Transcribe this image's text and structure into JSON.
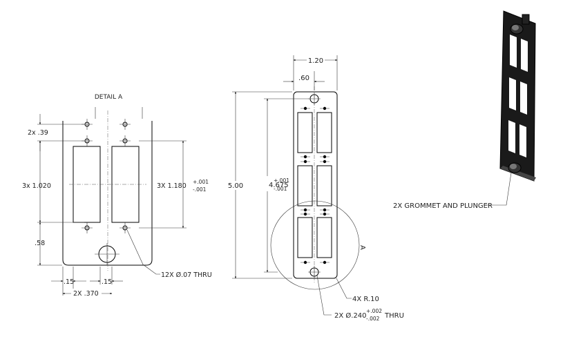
{
  "detail_title": "DETAIL A",
  "detail": {
    "holes_pitch": "2x .39",
    "cutout_pitch": "3x 1.020",
    "cutout_height": "3X 1.180",
    "cutout_tol_plus": "+.001",
    "cutout_tol_minus": "-.001",
    "bottom_offset": ".58",
    "left_edge": ".15",
    "mid_gap": ".15",
    "hole_spacing": "2X .370",
    "hole_callout": "12X Ø.07 THRU"
  },
  "front": {
    "overall_width": "1.20",
    "half_width": ".60",
    "overall_height": "5.00",
    "hole_pitch": "4.675",
    "hole_pitch_tol_plus": "+.001",
    "hole_pitch_tol_minus": "-.001",
    "detail_ref": "A",
    "corner_radius": "4X R.10",
    "grommet_hole": "2X Ø.240",
    "grommet_tol_plus": "+.002",
    "grommet_tol_minus": "-.002",
    "grommet_thru": "THRU"
  },
  "iso": {
    "callout": "2X GROMMET AND PLUNGER"
  },
  "colors": {
    "line": "#000000",
    "part_fill": "#1a1a1a"
  }
}
